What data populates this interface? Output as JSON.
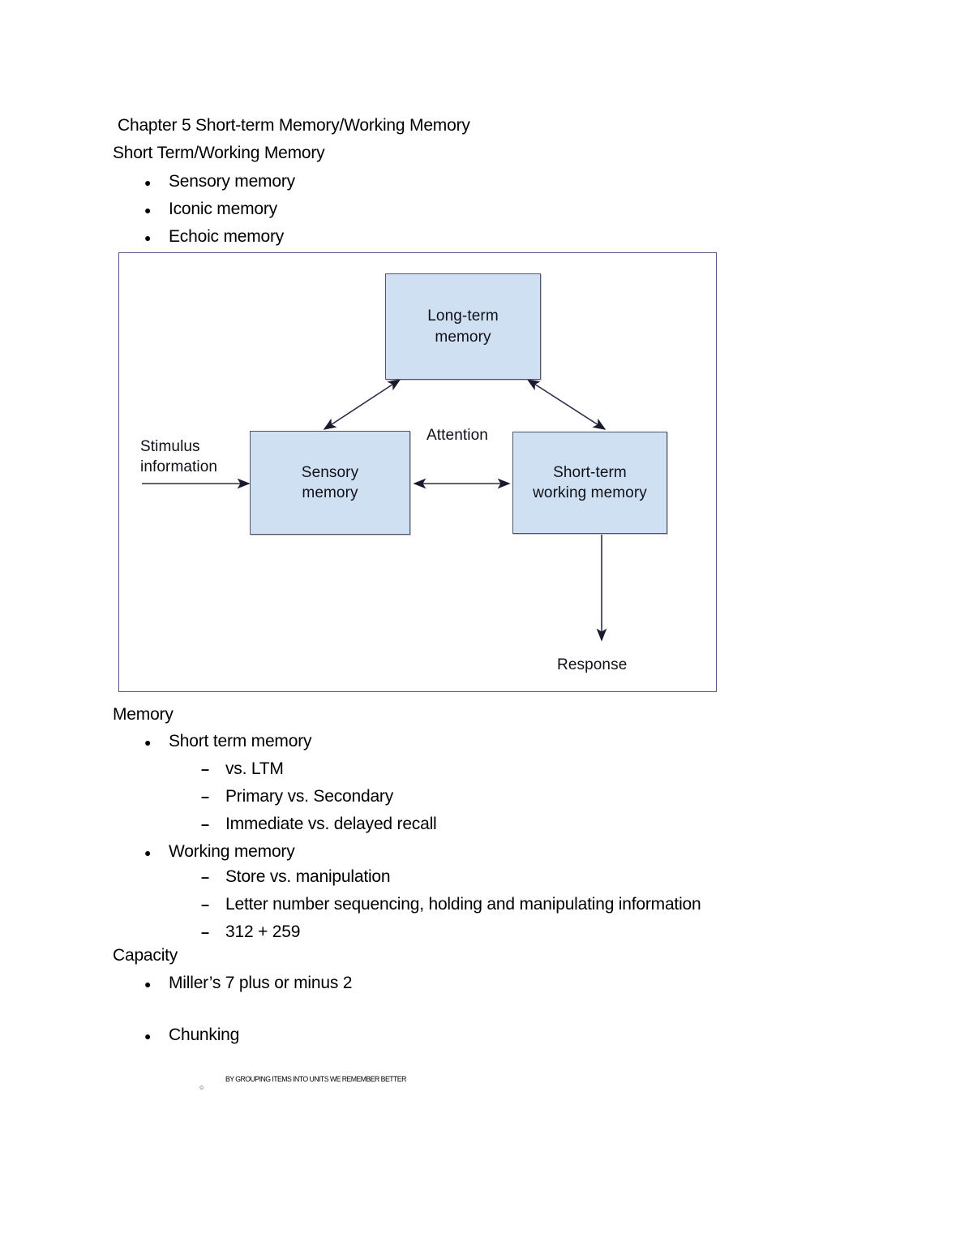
{
  "document": {
    "title": "Chapter 5 Short-term Memory/Working Memory",
    "sections": [
      {
        "heading": "Short Term/Working Memory",
        "bullets": [
          {
            "marker": "disc",
            "text": "Sensory memory"
          },
          {
            "marker": "disc",
            "text": "Iconic memory"
          },
          {
            "marker": "disc",
            "text": "Echoic memory"
          }
        ]
      },
      {
        "heading": "Memory",
        "bullets": [
          {
            "marker": "disc",
            "text": "Short term memory"
          },
          {
            "marker": "dash",
            "text": "vs. LTM"
          },
          {
            "marker": "dash",
            "text": "Primary vs. Secondary"
          },
          {
            "marker": "dash",
            "text": "Immediate vs. delayed recall"
          },
          {
            "marker": "disc",
            "text": "Working memory"
          },
          {
            "marker": "dash",
            "text": "Store vs. manipulation"
          },
          {
            "marker": "dash",
            "text": "Letter number sequencing, holding and manipulating information"
          },
          {
            "marker": "dash",
            "text": "312 + 259"
          }
        ]
      },
      {
        "heading": "Capacity",
        "bullets": [
          {
            "marker": "disc",
            "text": "Miller’s 7 plus or minus 2"
          },
          {
            "marker": "disc",
            "text": "Chunking"
          },
          {
            "marker": "circle",
            "text": "BY GROUPING ITEMS INTO UNITS WE REMEMBER BETTER"
          }
        ]
      }
    ]
  },
  "figure": {
    "name": "modal-model-of-memory-diagram",
    "box_fill": "#cfe0f2",
    "box_border": "#53536e",
    "frame_border": "#3c3c5a",
    "boxes": {
      "long_term": "Long-term\nmemory",
      "long_term_line1": "Long-term",
      "long_term_line2": "memory",
      "sensory_line1": "Sensory",
      "sensory_line2": "memory",
      "stwm_line1": "Short-term",
      "stwm_line2": "working memory"
    },
    "labels": {
      "stimulus_line1": "Stimulus",
      "stimulus_line2": "information",
      "attention": "Attention",
      "response": "Response"
    }
  }
}
